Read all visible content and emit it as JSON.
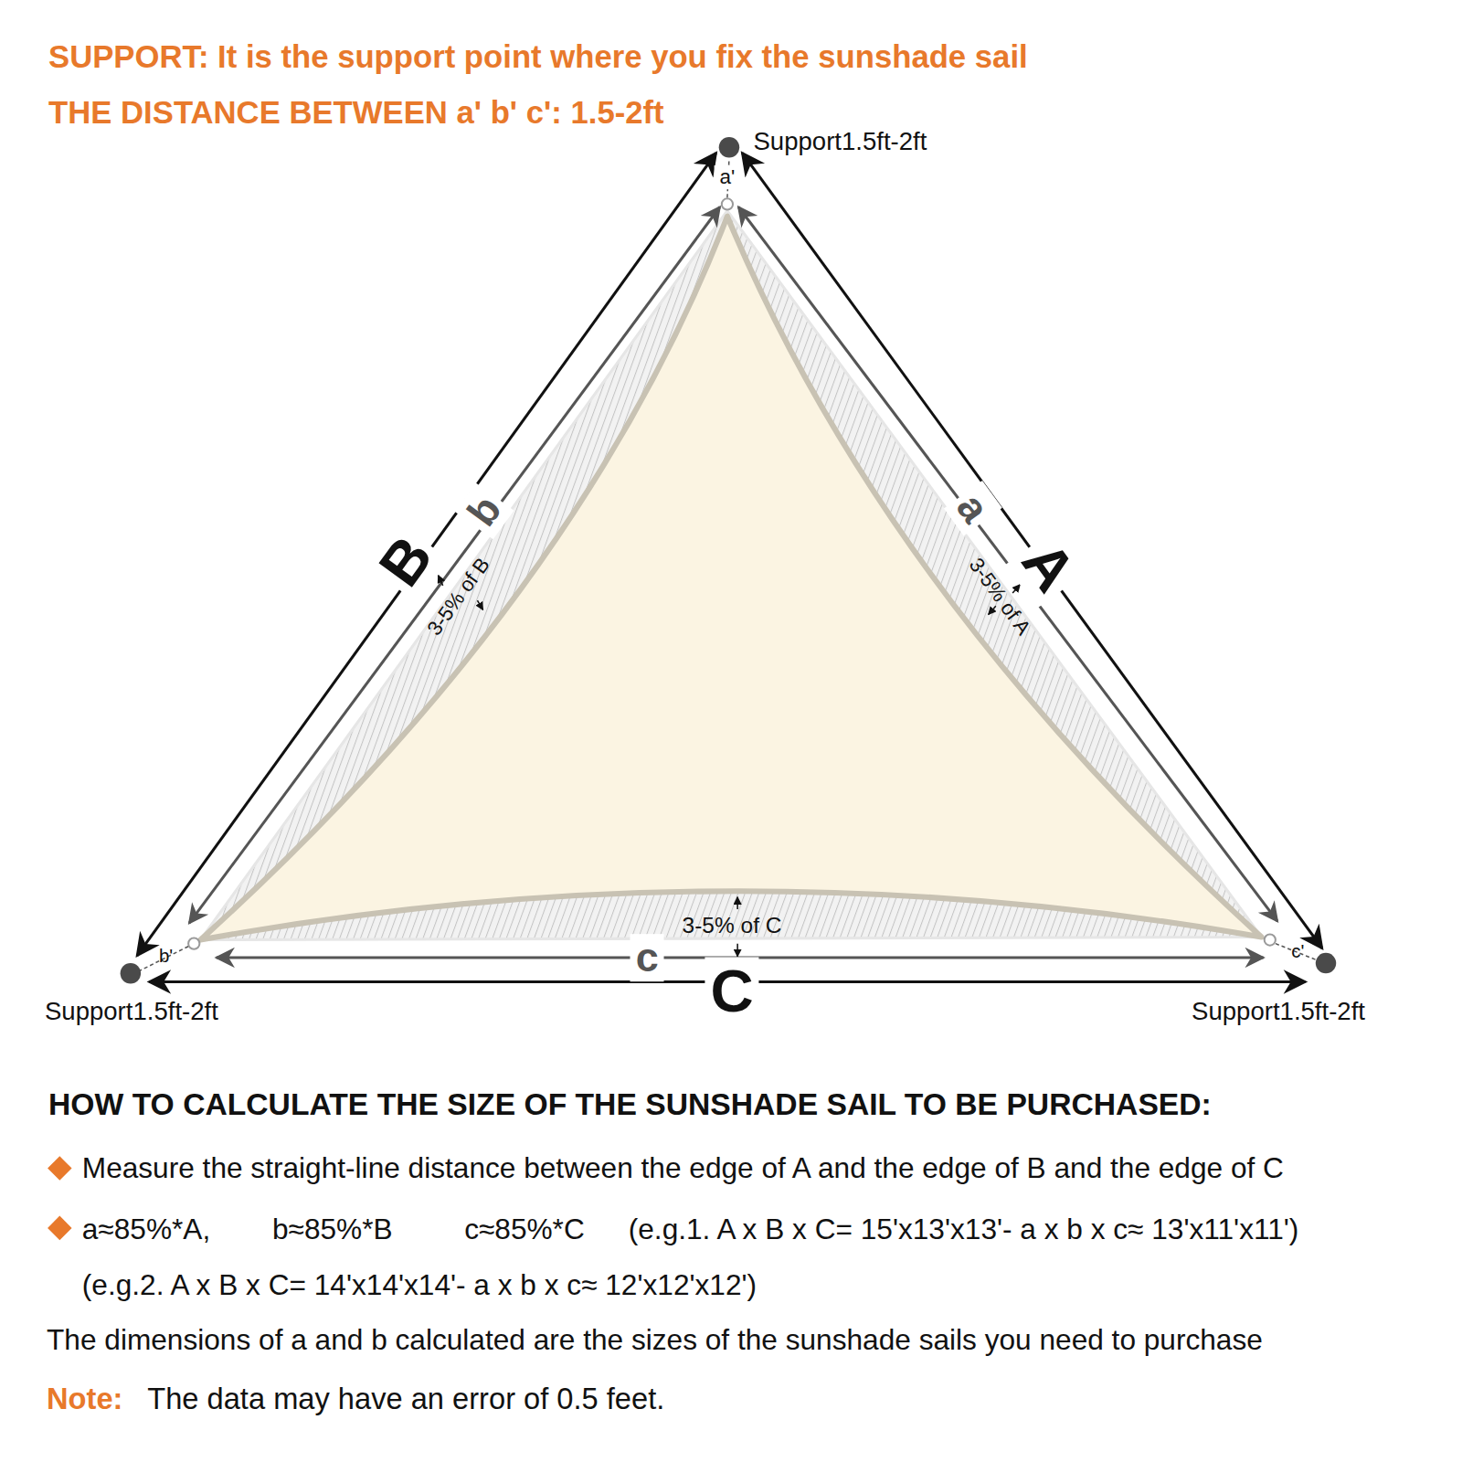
{
  "diagram": {
    "title": "HOW TO CALCULATE THE SIZE OF THE  SUNSHADE SAIL TO BE PURCHASED:",
    "labels": [
      "SUPPORT: It is the support point where you fix the sunshade sail",
      "THE DISTANCE BETWEEN a' b' c': 1.5-2ft",
      "Support1.5ft-2ft",
      "a'",
      "B",
      "b",
      "3-5% of B",
      "a",
      "A",
      "3-5% of A",
      "b'",
      "Support1.5ft-2ft",
      "3-5% of C",
      "c",
      "C",
      "c'",
      "Support1.5ft-2ft",
      "Measure the straight-line distance between the edge of A and the edge of B and the edge of C",
      "a≈85%*A,",
      "b≈85%*B",
      "c≈85%*C",
      "(e.g.1. A x B x C= 15'x13'x13'- a x b x c≈ 13'x11'x11')",
      "(e.g.2. A x B x C= 14'x14'x14'- a x b x c≈ 12'x12'x12')",
      "The dimensions of a and b calculated are the sizes of the sunshade sails you need to purchase",
      "Note:",
      "The data may have an error of 0.5 feet."
    ]
  }
}
